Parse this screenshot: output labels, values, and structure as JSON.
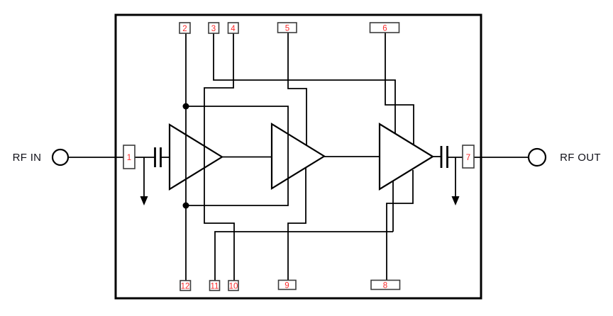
{
  "diagram": {
    "title": "RF amplifier functional block diagram",
    "input_label": "RF IN",
    "output_label": "RF OUT",
    "stage_count": 3,
    "colors": {
      "pin_number": "#fa2a2a",
      "wire": "#000000",
      "pin_box_stroke": "#3c3c3c",
      "background": "#ffffff"
    },
    "pins": [
      {
        "number": "1",
        "side": "left-inside"
      },
      {
        "number": "2",
        "side": "top"
      },
      {
        "number": "3",
        "side": "top"
      },
      {
        "number": "4",
        "side": "top"
      },
      {
        "number": "5",
        "side": "top"
      },
      {
        "number": "6",
        "side": "top"
      },
      {
        "number": "7",
        "side": "right-inside"
      },
      {
        "number": "8",
        "side": "bottom"
      },
      {
        "number": "9",
        "side": "bottom"
      },
      {
        "number": "10",
        "side": "bottom"
      },
      {
        "number": "11",
        "side": "bottom"
      },
      {
        "number": "12",
        "side": "bottom"
      }
    ]
  }
}
